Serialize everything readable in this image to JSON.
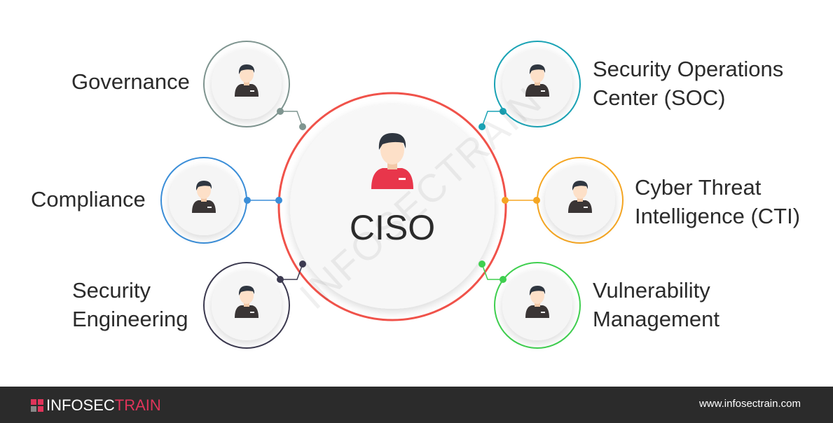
{
  "center": {
    "label": "CISO",
    "color": "#f0524a"
  },
  "watermark": "INFOSECTRAIN",
  "nodes": [
    {
      "label_lines": [
        "Governance"
      ],
      "color": "#7f9590"
    },
    {
      "label_lines": [
        "Compliance"
      ],
      "color": "#3b8ed8"
    },
    {
      "label_lines": [
        "Security",
        "Engineering"
      ],
      "color": "#3c3a50"
    },
    {
      "label_lines": [
        "Security Operations",
        "Center (SOC)"
      ],
      "color": "#1aa3b5"
    },
    {
      "label_lines": [
        "Cyber Threat",
        "Intelligence (CTI)"
      ],
      "color": "#f5a623"
    },
    {
      "label_lines": [
        "Vulnerability",
        "Management"
      ],
      "color": "#3fcf4f"
    }
  ],
  "footer": {
    "brand_part1": "INFOSEC",
    "brand_part2": "TRAIN",
    "url": "www.infosectrain.com"
  }
}
